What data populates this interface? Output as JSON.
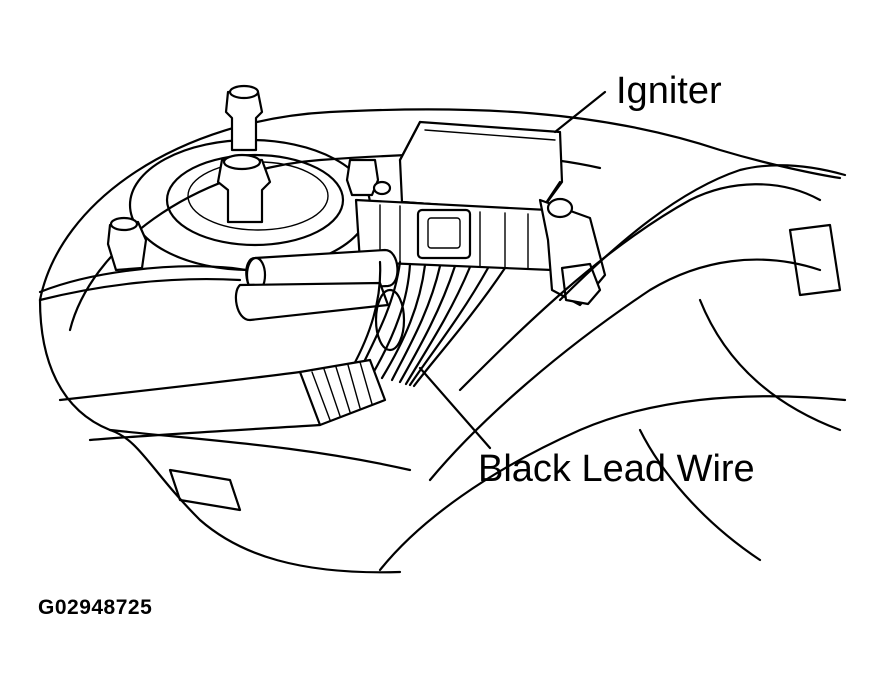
{
  "diagram": {
    "callouts": {
      "igniter": "Igniter",
      "black_lead_wire": "Black Lead Wire"
    },
    "figure_code": "G02948725"
  },
  "colors": {
    "ink": "#000000",
    "paper": "#ffffff"
  }
}
